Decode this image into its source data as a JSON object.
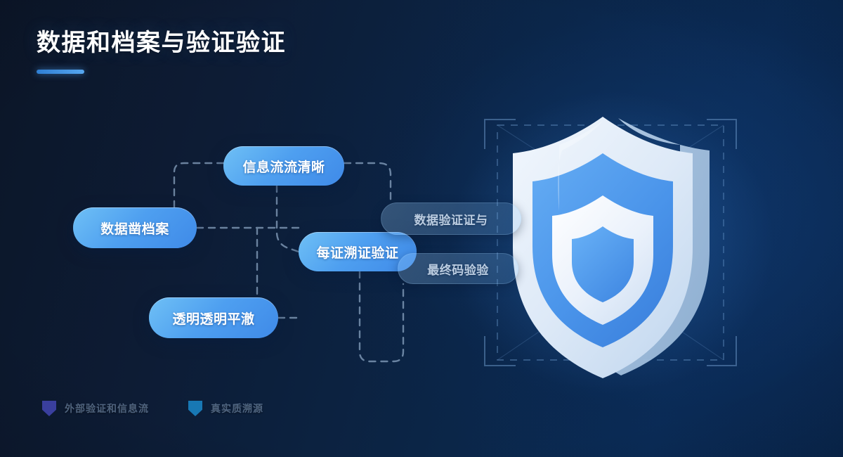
{
  "slide": {
    "title": "数据和档案与验证验证",
    "accent_color": "#3f8ae8",
    "background_from": "#0c1628",
    "background_to": "#09254a"
  },
  "mindmap": {
    "nodes": [
      {
        "id": "data",
        "label": "数据凿档案",
        "style": "solid"
      },
      {
        "id": "flow",
        "label": "信息流流清晰",
        "style": "solid"
      },
      {
        "id": "transparent",
        "label": "透明透明平澈",
        "style": "solid"
      },
      {
        "id": "verify",
        "label": "每证溯证验证",
        "style": "solid"
      },
      {
        "id": "ghost1",
        "label": "数据验证证与",
        "style": "ghost"
      },
      {
        "id": "ghost2",
        "label": "最终码验验",
        "style": "ghost"
      }
    ]
  },
  "graphic": {
    "shield_name": "security-shield",
    "shield_outer_color": "#dbe9f8",
    "shield_mid_color": "#4a97ec",
    "shield_inner_color": "#eef4fc",
    "shield_core_color": "#4d9bef",
    "frame_color": "#6d9acb"
  },
  "legend": {
    "items": [
      {
        "label": "外部验证和信息流",
        "color": "#3a3f9e"
      },
      {
        "label": "真实质溯源",
        "color": "#1878b4"
      }
    ]
  }
}
